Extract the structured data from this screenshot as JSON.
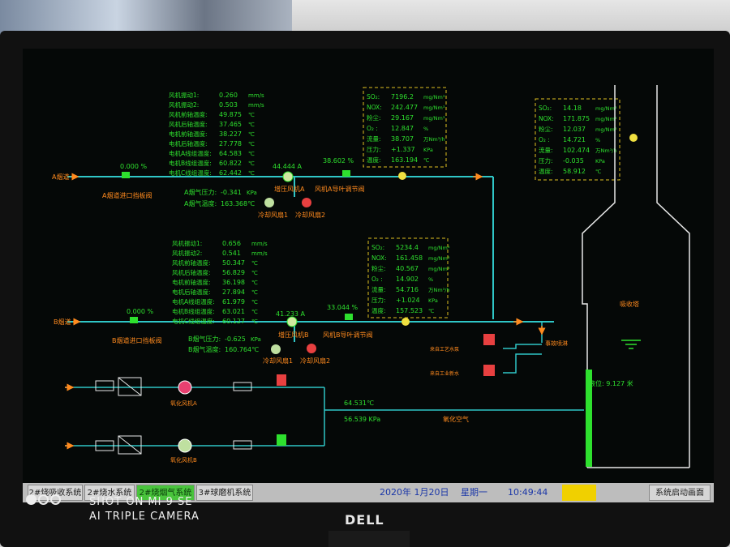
{
  "line_a": {
    "title": "A烟道",
    "damper_pct": "0.000 %",
    "damper_label": "A烟道进口挡板阀",
    "fan_label": "增压风机A",
    "fan_current": "44.444 A",
    "guide_pct": "38.602 %",
    "guide_label": "风机A导叶调节阀",
    "cool1": "冷却风扇1",
    "cool2": "冷却风扇2",
    "readings": [
      {
        "label": "风机振动1:",
        "value": "0.260",
        "unit": "mm/s"
      },
      {
        "label": "风机振动2:",
        "value": "0.503",
        "unit": "mm/s"
      },
      {
        "label": "风机前轴温度:",
        "value": "49.875",
        "unit": "℃"
      },
      {
        "label": "风机后轴温度:",
        "value": "37.465",
        "unit": "℃"
      },
      {
        "label": "电机前轴温度:",
        "value": "38.227",
        "unit": "℃"
      },
      {
        "label": "电机后轴温度:",
        "value": "27.778",
        "unit": "℃"
      },
      {
        "label": "电机A线组温度:",
        "value": "64.583",
        "unit": "℃"
      },
      {
        "label": "电机B线组温度:",
        "value": "60.822",
        "unit": "℃"
      },
      {
        "label": "电机C线组温度:",
        "value": "62.442",
        "unit": "℃"
      }
    ],
    "pressure": {
      "label": "A烟气压力:",
      "value": "-0.341",
      "unit": "KPa"
    },
    "temp": {
      "label": "A烟气温度:",
      "value": "163.368℃"
    }
  },
  "line_b": {
    "title": "B烟道",
    "damper_pct": "0.000 %",
    "damper_label": "B烟道进口挡板阀",
    "fan_label": "增压风机B",
    "fan_current": "41.233 A",
    "guide_pct": "33.044 %",
    "guide_label": "风机B导叶调节阀",
    "cool1": "冷却风扇1",
    "cool2": "冷却风扇2",
    "readings": [
      {
        "label": "风机振动1:",
        "value": "0.656",
        "unit": "mm/s"
      },
      {
        "label": "风机振动2:",
        "value": "0.541",
        "unit": "mm/s"
      },
      {
        "label": "风机前轴温度:",
        "value": "50.347",
        "unit": "℃"
      },
      {
        "label": "风机后轴温度:",
        "value": "56.829",
        "unit": "℃"
      },
      {
        "label": "电机前轴温度:",
        "value": "36.198",
        "unit": "℃"
      },
      {
        "label": "电机后轴温度:",
        "value": "27.894",
        "unit": "℃"
      },
      {
        "label": "电机A线组温度:",
        "value": "61.979",
        "unit": "℃"
      },
      {
        "label": "电机B线组温度:",
        "value": "63.021",
        "unit": "℃"
      },
      {
        "label": "电机C线组温度:",
        "value": "60.127",
        "unit": "℃"
      }
    ],
    "pressure": {
      "label": "B烟气压力:",
      "value": "-0.625",
      "unit": "KPa"
    },
    "temp": {
      "label": "B烟气温度:",
      "value": "160.764℃"
    }
  },
  "box_a": [
    {
      "label": "SO₂:",
      "value": "7196.2",
      "unit": "mg/Nm³"
    },
    {
      "label": "NOX:",
      "value": "242.477",
      "unit": "mg/Nm³"
    },
    {
      "label": "粉尘:",
      "value": "29.167",
      "unit": "mg/Nm³"
    },
    {
      "label": "O₂ :",
      "value": "12.847",
      "unit": "%"
    },
    {
      "label": "流量:",
      "value": "38.707",
      "unit": "万Nm³/h"
    },
    {
      "label": "压力:",
      "value": "+1.337",
      "unit": "KPa"
    },
    {
      "label": "温度:",
      "value": "163.194",
      "unit": "℃"
    }
  ],
  "box_b": [
    {
      "label": "SO₂:",
      "value": "5234.4",
      "unit": "mg/Nm³"
    },
    {
      "label": "NOX:",
      "value": "161.458",
      "unit": "mg/Nm³"
    },
    {
      "label": "粉尘:",
      "value": "40.567",
      "unit": "mg/Nm³"
    },
    {
      "label": "O₂ :",
      "value": "14.902",
      "unit": "%"
    },
    {
      "label": "流量:",
      "value": "54.716",
      "unit": "万Nm³/h"
    },
    {
      "label": "压力:",
      "value": "+1.024",
      "unit": "KPa"
    },
    {
      "label": "温度:",
      "value": "157.523",
      "unit": "℃"
    }
  ],
  "box_out": [
    {
      "label": "SO₂:",
      "value": "14.18",
      "unit": "mg/Nm³"
    },
    {
      "label": "NOX:",
      "value": "171.875",
      "unit": "mg/Nm³"
    },
    {
      "label": "粉尘:",
      "value": "12.037",
      "unit": "mg/Nm³"
    },
    {
      "label": "O₂ :",
      "value": "14.721",
      "unit": "%"
    },
    {
      "label": "流量:",
      "value": "102.474",
      "unit": "万Nm³/h"
    },
    {
      "label": "压力:",
      "value": "-0.035",
      "unit": "KPa"
    },
    {
      "label": "温度:",
      "value": "58.912",
      "unit": "℃"
    }
  ],
  "tower": {
    "title": "吸收塔",
    "level_label": "液位: 9.127 米",
    "spray_label": "事故喷淋",
    "process_water": "来自工艺水泵",
    "industrial_water": "来自工业新水",
    "level_fraction": 0.75
  },
  "oxidation": {
    "fan_a": "氧化风机A",
    "fan_b": "氧化风机B",
    "temp": "64.531℃",
    "pressure": "56.539 KPa",
    "air_label": "氧化空气"
  },
  "taskbar": {
    "btn1": "2#烧吸收系统",
    "btn2": "2#烧水系统",
    "btn3": "2#烧烟气系统",
    "btn4": "3#球磨机系统",
    "date": "2020年 1月20日",
    "weekday": "星期一",
    "time": "10:49:44",
    "startup": "系统启动画面"
  },
  "watermark": {
    "line1": "SHOT ON MI 9 SE",
    "line2": "AI TRIPLE CAMERA"
  },
  "brand": "DELL",
  "colors": {
    "pipe": "#2fc6c6",
    "value_green": "#2ee02e",
    "label_orange": "#ff8a1e",
    "box_border": "#e0c020",
    "structure": "#e8e8e8"
  }
}
